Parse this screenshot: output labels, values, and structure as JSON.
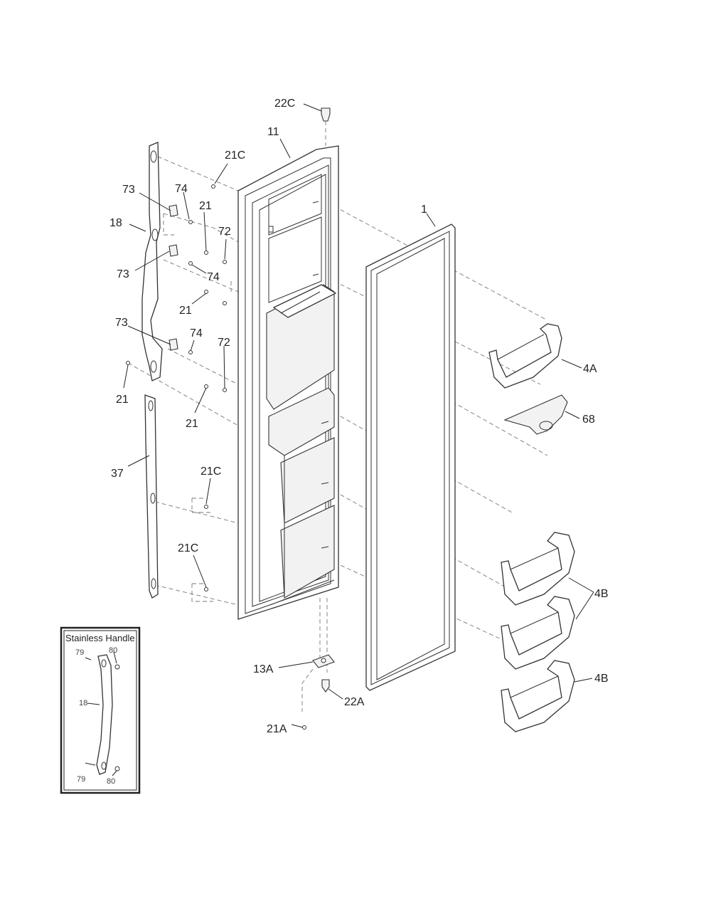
{
  "callouts": {
    "c22C": "22C",
    "c11": "11",
    "c21C_top": "21C",
    "c73_a": "73",
    "c74_a": "74",
    "c21_a": "21",
    "c18": "18",
    "c72_a": "72",
    "c73_b": "73",
    "c74_b": "74",
    "c21_b": "21",
    "c73_c": "73",
    "c74_c": "74",
    "c72_b": "72",
    "c21_c": "21",
    "c21_d": "21",
    "c37": "37",
    "c21C_mid": "21C",
    "c21C_low": "21C",
    "c1": "1",
    "c4A": "4A",
    "c68": "68",
    "c4B_a": "4B",
    "c4B_b": "4B",
    "c13A": "13A",
    "c22A": "22A",
    "c21A": "21A"
  },
  "inset": {
    "title": "Stainless Handle",
    "l79_top": "79",
    "l80_top": "80",
    "l18": "18",
    "l79_bot": "79",
    "l80_bot": "80"
  }
}
